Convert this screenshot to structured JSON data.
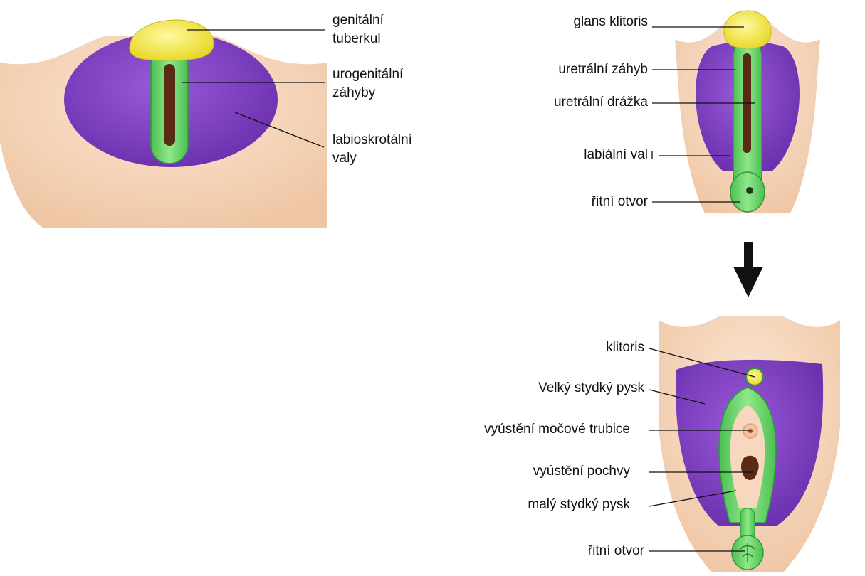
{
  "colors": {
    "skin": "#f4d3b6",
    "purple": "#7f3fc4",
    "green": "#6fd86c",
    "green_dark": "#2f9a3c",
    "yellow": "#f5e84a",
    "groove": "#5a2a14",
    "leader": "#111111"
  },
  "stage1": {
    "labels": {
      "genital_tubercle": [
        "genitální",
        "tuberkul"
      ],
      "urogenital_folds": [
        "urogenitální",
        "záhyby"
      ],
      "labioscrotal_swellings": [
        "labioskrotální",
        "valy"
      ]
    }
  },
  "stage2": {
    "labels": {
      "glans_clitoris": "glans klitoris",
      "urethral_fold": "uretrální záhyb",
      "urethral_groove": "uretrální drážka",
      "labial_swelling": "labiální val",
      "anus": "řitní otvor"
    }
  },
  "stage3": {
    "labels": {
      "clitoris": "klitoris",
      "labium_majus": "Velký stydký pysk",
      "urethral_opening": "vyústění močové trubice",
      "vaginal_opening": "vyústění pochvy",
      "labium_minus": "malý stydký pysk",
      "anus": "řitní otvor"
    }
  }
}
